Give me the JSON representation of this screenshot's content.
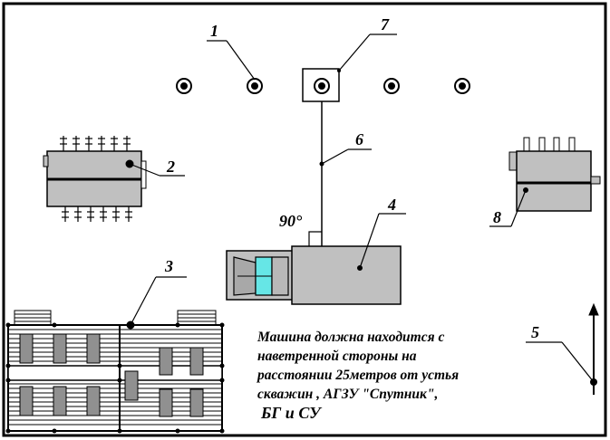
{
  "labels": {
    "callout_1": "1",
    "callout_2": "2",
    "callout_3": "3",
    "callout_4": "4",
    "callout_5": "5",
    "callout_6": "6",
    "callout_7": "7",
    "callout_8": "8",
    "angle": "90°"
  },
  "note": {
    "line1": "Машина должна находится с",
    "line2": "наветренной стороны на",
    "line3": "расстоянии 25метров от устья",
    "line4": "скважин ,  АГЗУ \"Спутник\",",
    "line5": "БГ и СУ"
  },
  "colors": {
    "equipment_fill": "#c0c0c0",
    "window_fill": "#66e6e6",
    "line": "#000000",
    "background": "#ffffff"
  },
  "icons": [
    "wellhead-icon",
    "north-arrow-icon"
  ]
}
